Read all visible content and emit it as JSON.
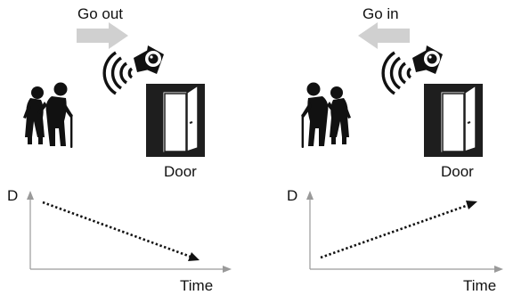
{
  "panels": [
    {
      "action_label": "Go out",
      "door_label": "Door",
      "y_axis_label": "D",
      "x_axis_label": "Time",
      "arrow_direction": "right",
      "trend": "decreasing"
    },
    {
      "action_label": "Go in",
      "door_label": "Door",
      "y_axis_label": "D",
      "x_axis_label": "Time",
      "arrow_direction": "left",
      "trend": "increasing"
    }
  ],
  "colors": {
    "arrow": "#d0d0d0",
    "axis": "#9a9a9a",
    "figure": "#111111",
    "door_frame": "#1e1e1e"
  }
}
